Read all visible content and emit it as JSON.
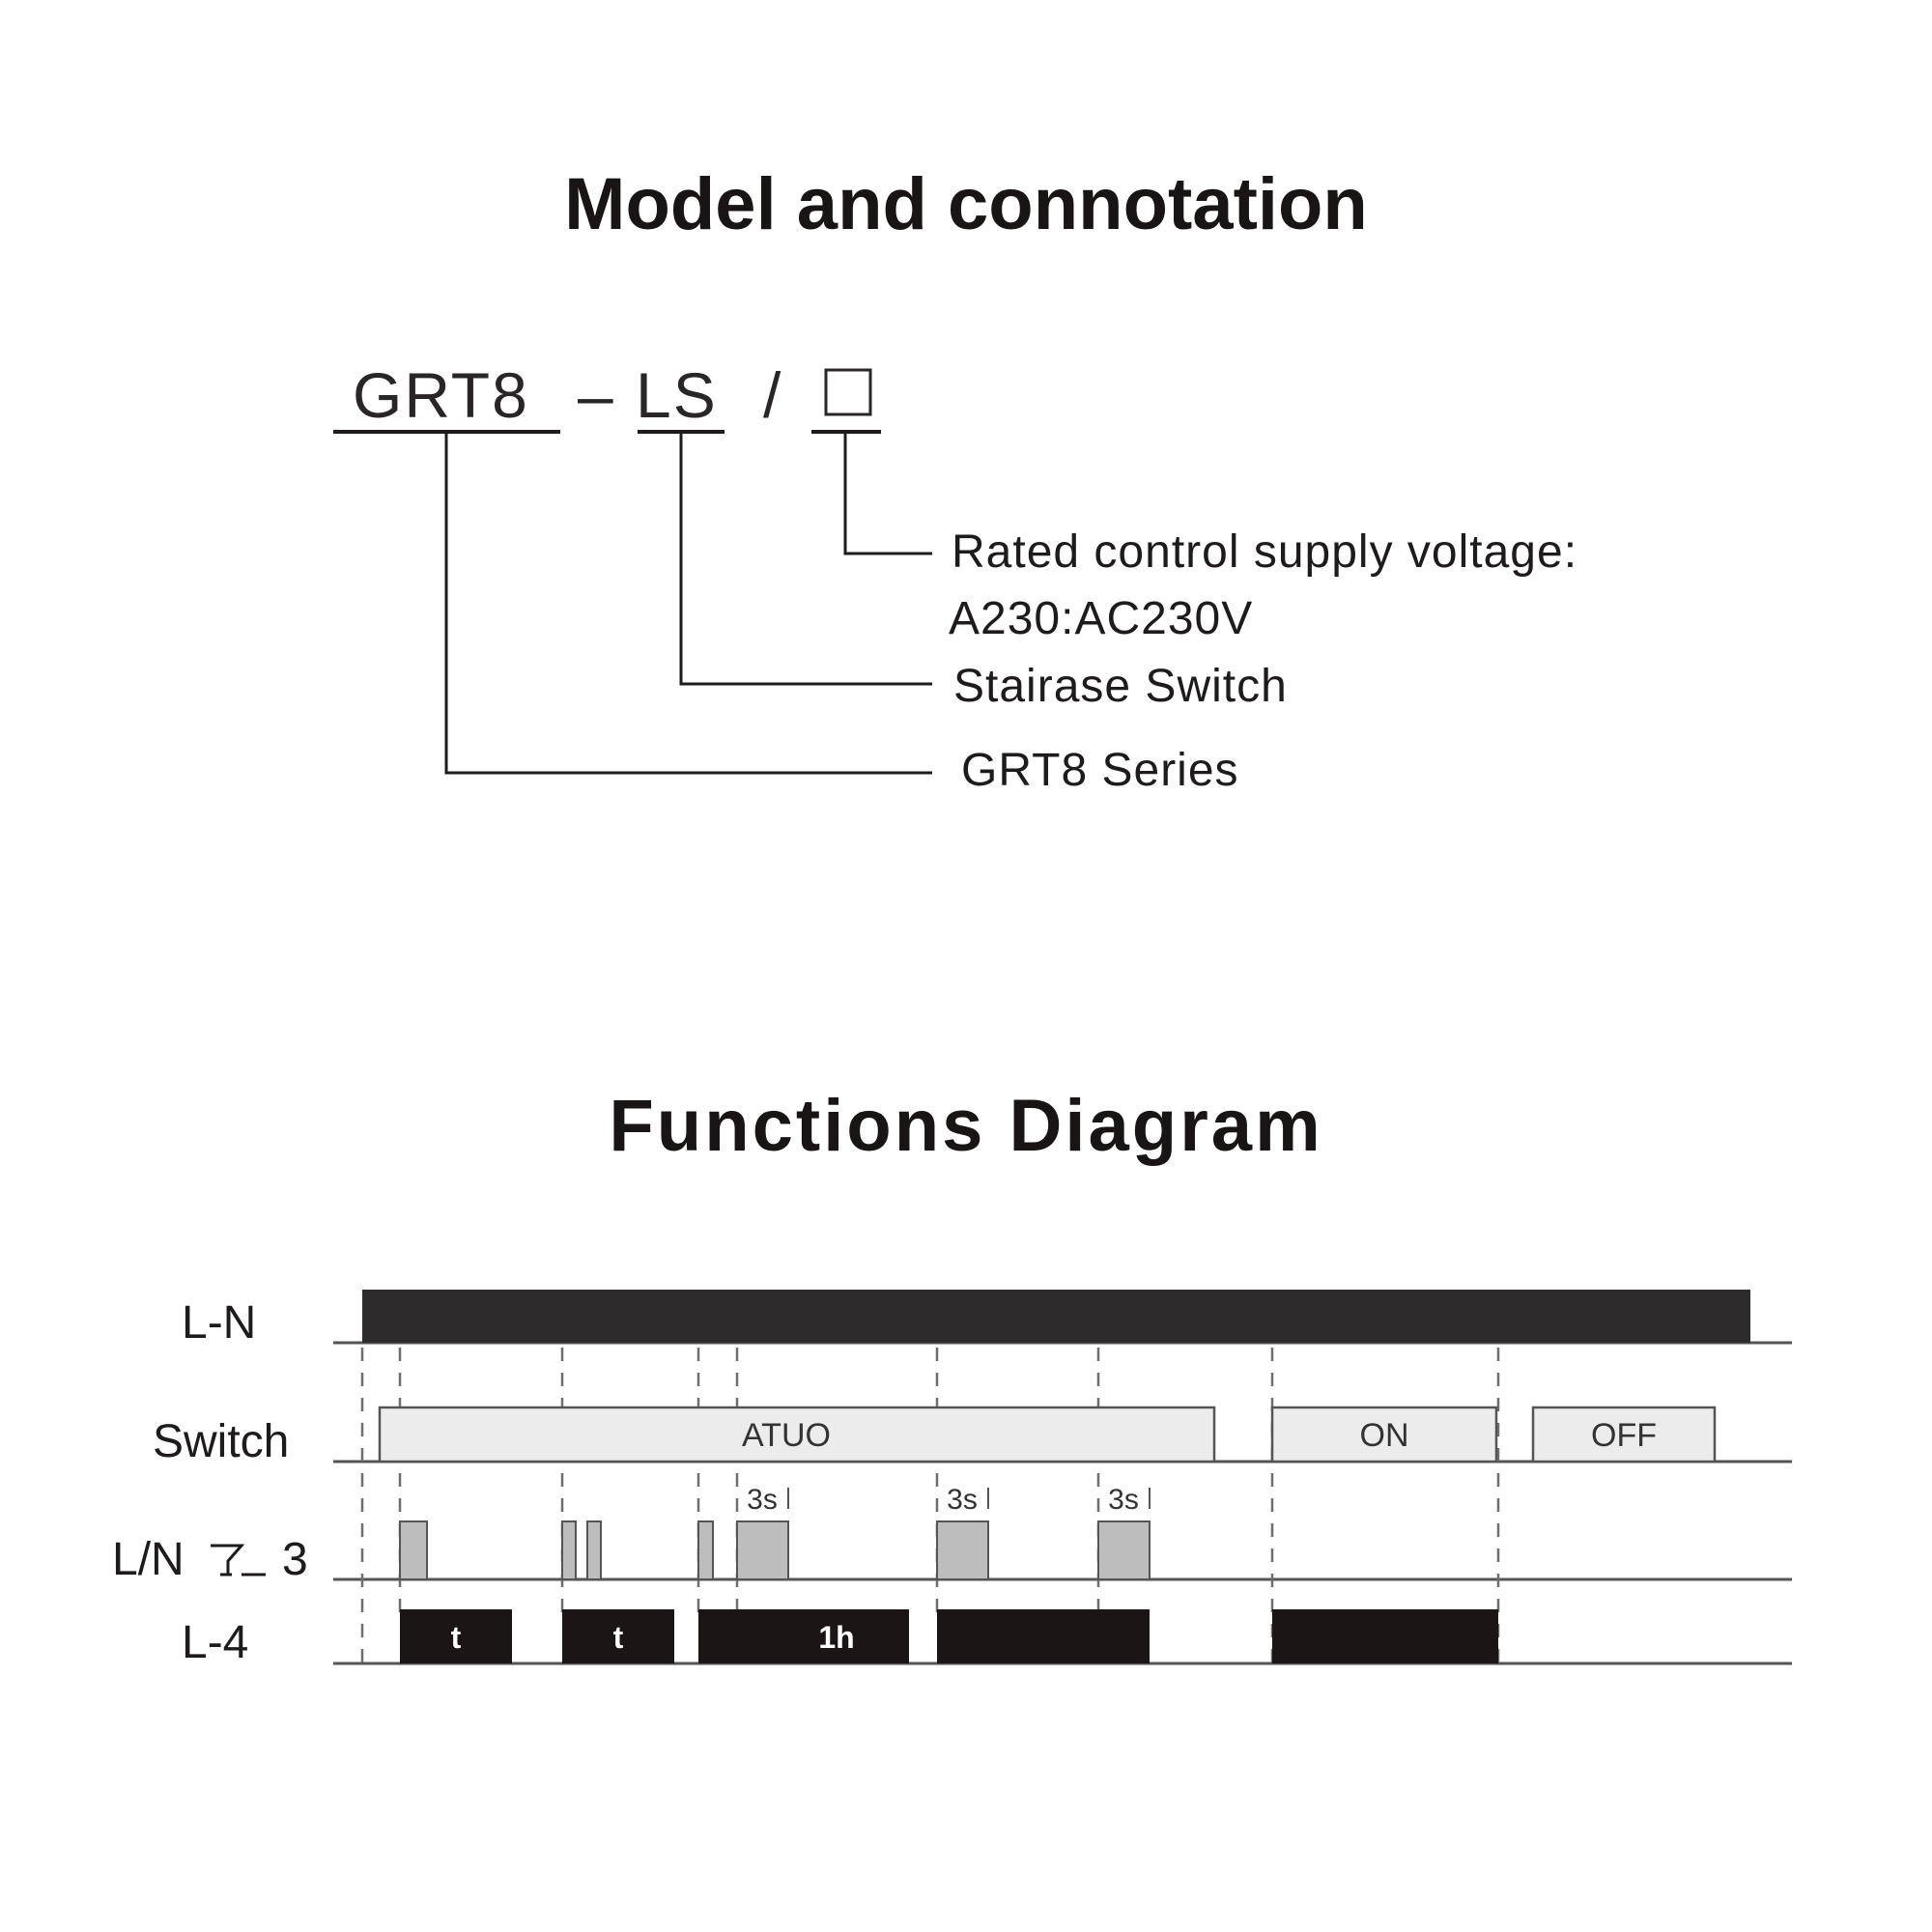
{
  "model": {
    "title": "Model and connotation",
    "code_series": "GRT8",
    "code_dash": "–",
    "code_type": "LS",
    "code_slash": "/",
    "code_box": "□",
    "desc_voltage": "Rated control supply voltage:",
    "desc_voltage_value": "A230:AC230V",
    "desc_type": "Stairase Switch",
    "desc_series": "GRT8 Series"
  },
  "functions": {
    "title": "Functions Diagram",
    "rows": {
      "ln": "L-N",
      "switch": "Switch",
      "button_prefix": "L/N",
      "button_suffix": "3",
      "output": "L-4"
    },
    "switch_states": {
      "auto": "ATUO",
      "on": "ON",
      "off": "OFF"
    },
    "pulse_labels": {
      "p1": "3s",
      "p2": "3s",
      "p3": "3s"
    },
    "output_labels": {
      "o1": "t",
      "o2": "t",
      "o3": "1h"
    }
  },
  "colors": {
    "dark_bar": "#2d2b2c",
    "output_bar": "#1c1516",
    "pulse_fill": "#bdbdbd",
    "switch_fill": "#ececec",
    "line": "#555555"
  }
}
